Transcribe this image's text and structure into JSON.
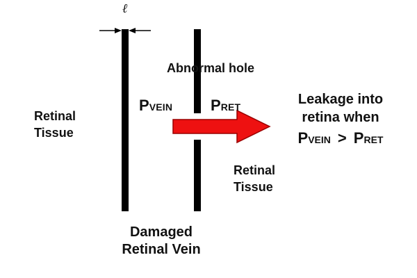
{
  "left_tissue_label": [
    "Retinal",
    "Tissue"
  ],
  "right_tissue_label": [
    "Retinal",
    "Tissue"
  ],
  "vein_label": [
    "Damaged",
    "Retinal Vein"
  ],
  "hole_label": "Abnormal hole",
  "wall_thickness_symbol": "ℓ",
  "p_vein": {
    "base": "P",
    "sub": "VEIN"
  },
  "p_ret": {
    "base": "P",
    "sub": "RET"
  },
  "leakage_label": {
    "lines": [
      "Leakage into",
      "retina when"
    ],
    "lhs": {
      "base": "P",
      "sub": "VEIN"
    },
    "operator": ">",
    "rhs": {
      "base": "P",
      "sub": "RET"
    }
  },
  "colors": {
    "wall": "#000000",
    "arrow_fill": "#ee1111",
    "arrow_stroke": "#990000",
    "text": "#111111"
  }
}
